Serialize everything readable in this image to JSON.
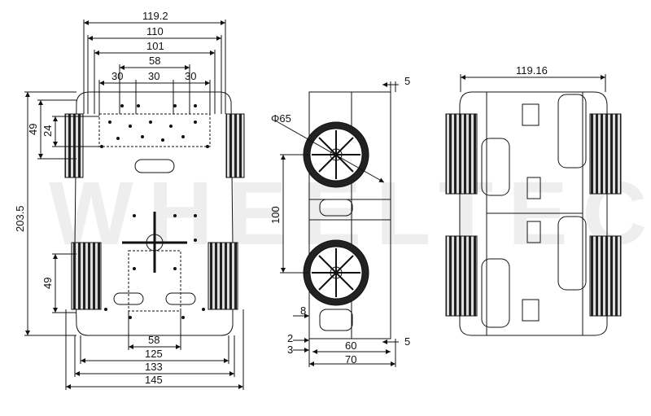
{
  "watermark": "WHEELTEC",
  "front_view": {
    "width_labels": [
      "119.2",
      "110",
      "101",
      "58",
      "30",
      "30",
      "30"
    ],
    "height_labels": [
      "49",
      "24",
      "203.5",
      "49"
    ],
    "bottom_labels": [
      "58",
      "125",
      "133",
      "145"
    ]
  },
  "side_view": {
    "labels": [
      "5",
      "Φ65",
      "100",
      "8",
      "2",
      "3",
      "60",
      "5",
      "70"
    ]
  },
  "top_view": {
    "width_label": "119.16"
  },
  "colors": {
    "line": "#111111",
    "wheel": "#2a2a2a",
    "watermark": "#eeeeee"
  }
}
